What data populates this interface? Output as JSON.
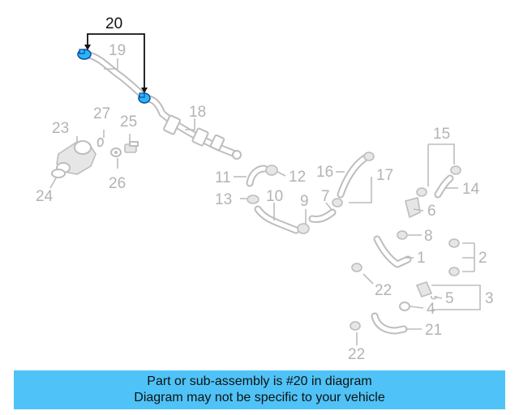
{
  "diagram": {
    "highlight_color": "#29b6f6",
    "callouts": [
      {
        "id": "20",
        "label": "20"
      },
      {
        "id": "19",
        "label": "19"
      },
      {
        "id": "18",
        "label": "18"
      },
      {
        "id": "27",
        "label": "27"
      },
      {
        "id": "23",
        "label": "23"
      },
      {
        "id": "25",
        "label": "25"
      },
      {
        "id": "26",
        "label": "26"
      },
      {
        "id": "24",
        "label": "24"
      },
      {
        "id": "11",
        "label": "11"
      },
      {
        "id": "12",
        "label": "12"
      },
      {
        "id": "13",
        "label": "13"
      },
      {
        "id": "10",
        "label": "10"
      },
      {
        "id": "9",
        "label": "9"
      },
      {
        "id": "16",
        "label": "16"
      },
      {
        "id": "17",
        "label": "17"
      },
      {
        "id": "7",
        "label": "7"
      },
      {
        "id": "15",
        "label": "15"
      },
      {
        "id": "14",
        "label": "14"
      },
      {
        "id": "6",
        "label": "6"
      },
      {
        "id": "8",
        "label": "8"
      },
      {
        "id": "1",
        "label": "1"
      },
      {
        "id": "2",
        "label": "2"
      },
      {
        "id": "22a",
        "label": "22"
      },
      {
        "id": "5",
        "label": "5"
      },
      {
        "id": "3",
        "label": "3"
      },
      {
        "id": "4",
        "label": "4"
      },
      {
        "id": "21",
        "label": "21"
      },
      {
        "id": "22b",
        "label": "22"
      }
    ]
  },
  "banner": {
    "line1": "Part or sub-assembly is #20 in diagram",
    "line2": "Diagram may not be specific to your vehicle",
    "color": "#4fc3f7"
  }
}
